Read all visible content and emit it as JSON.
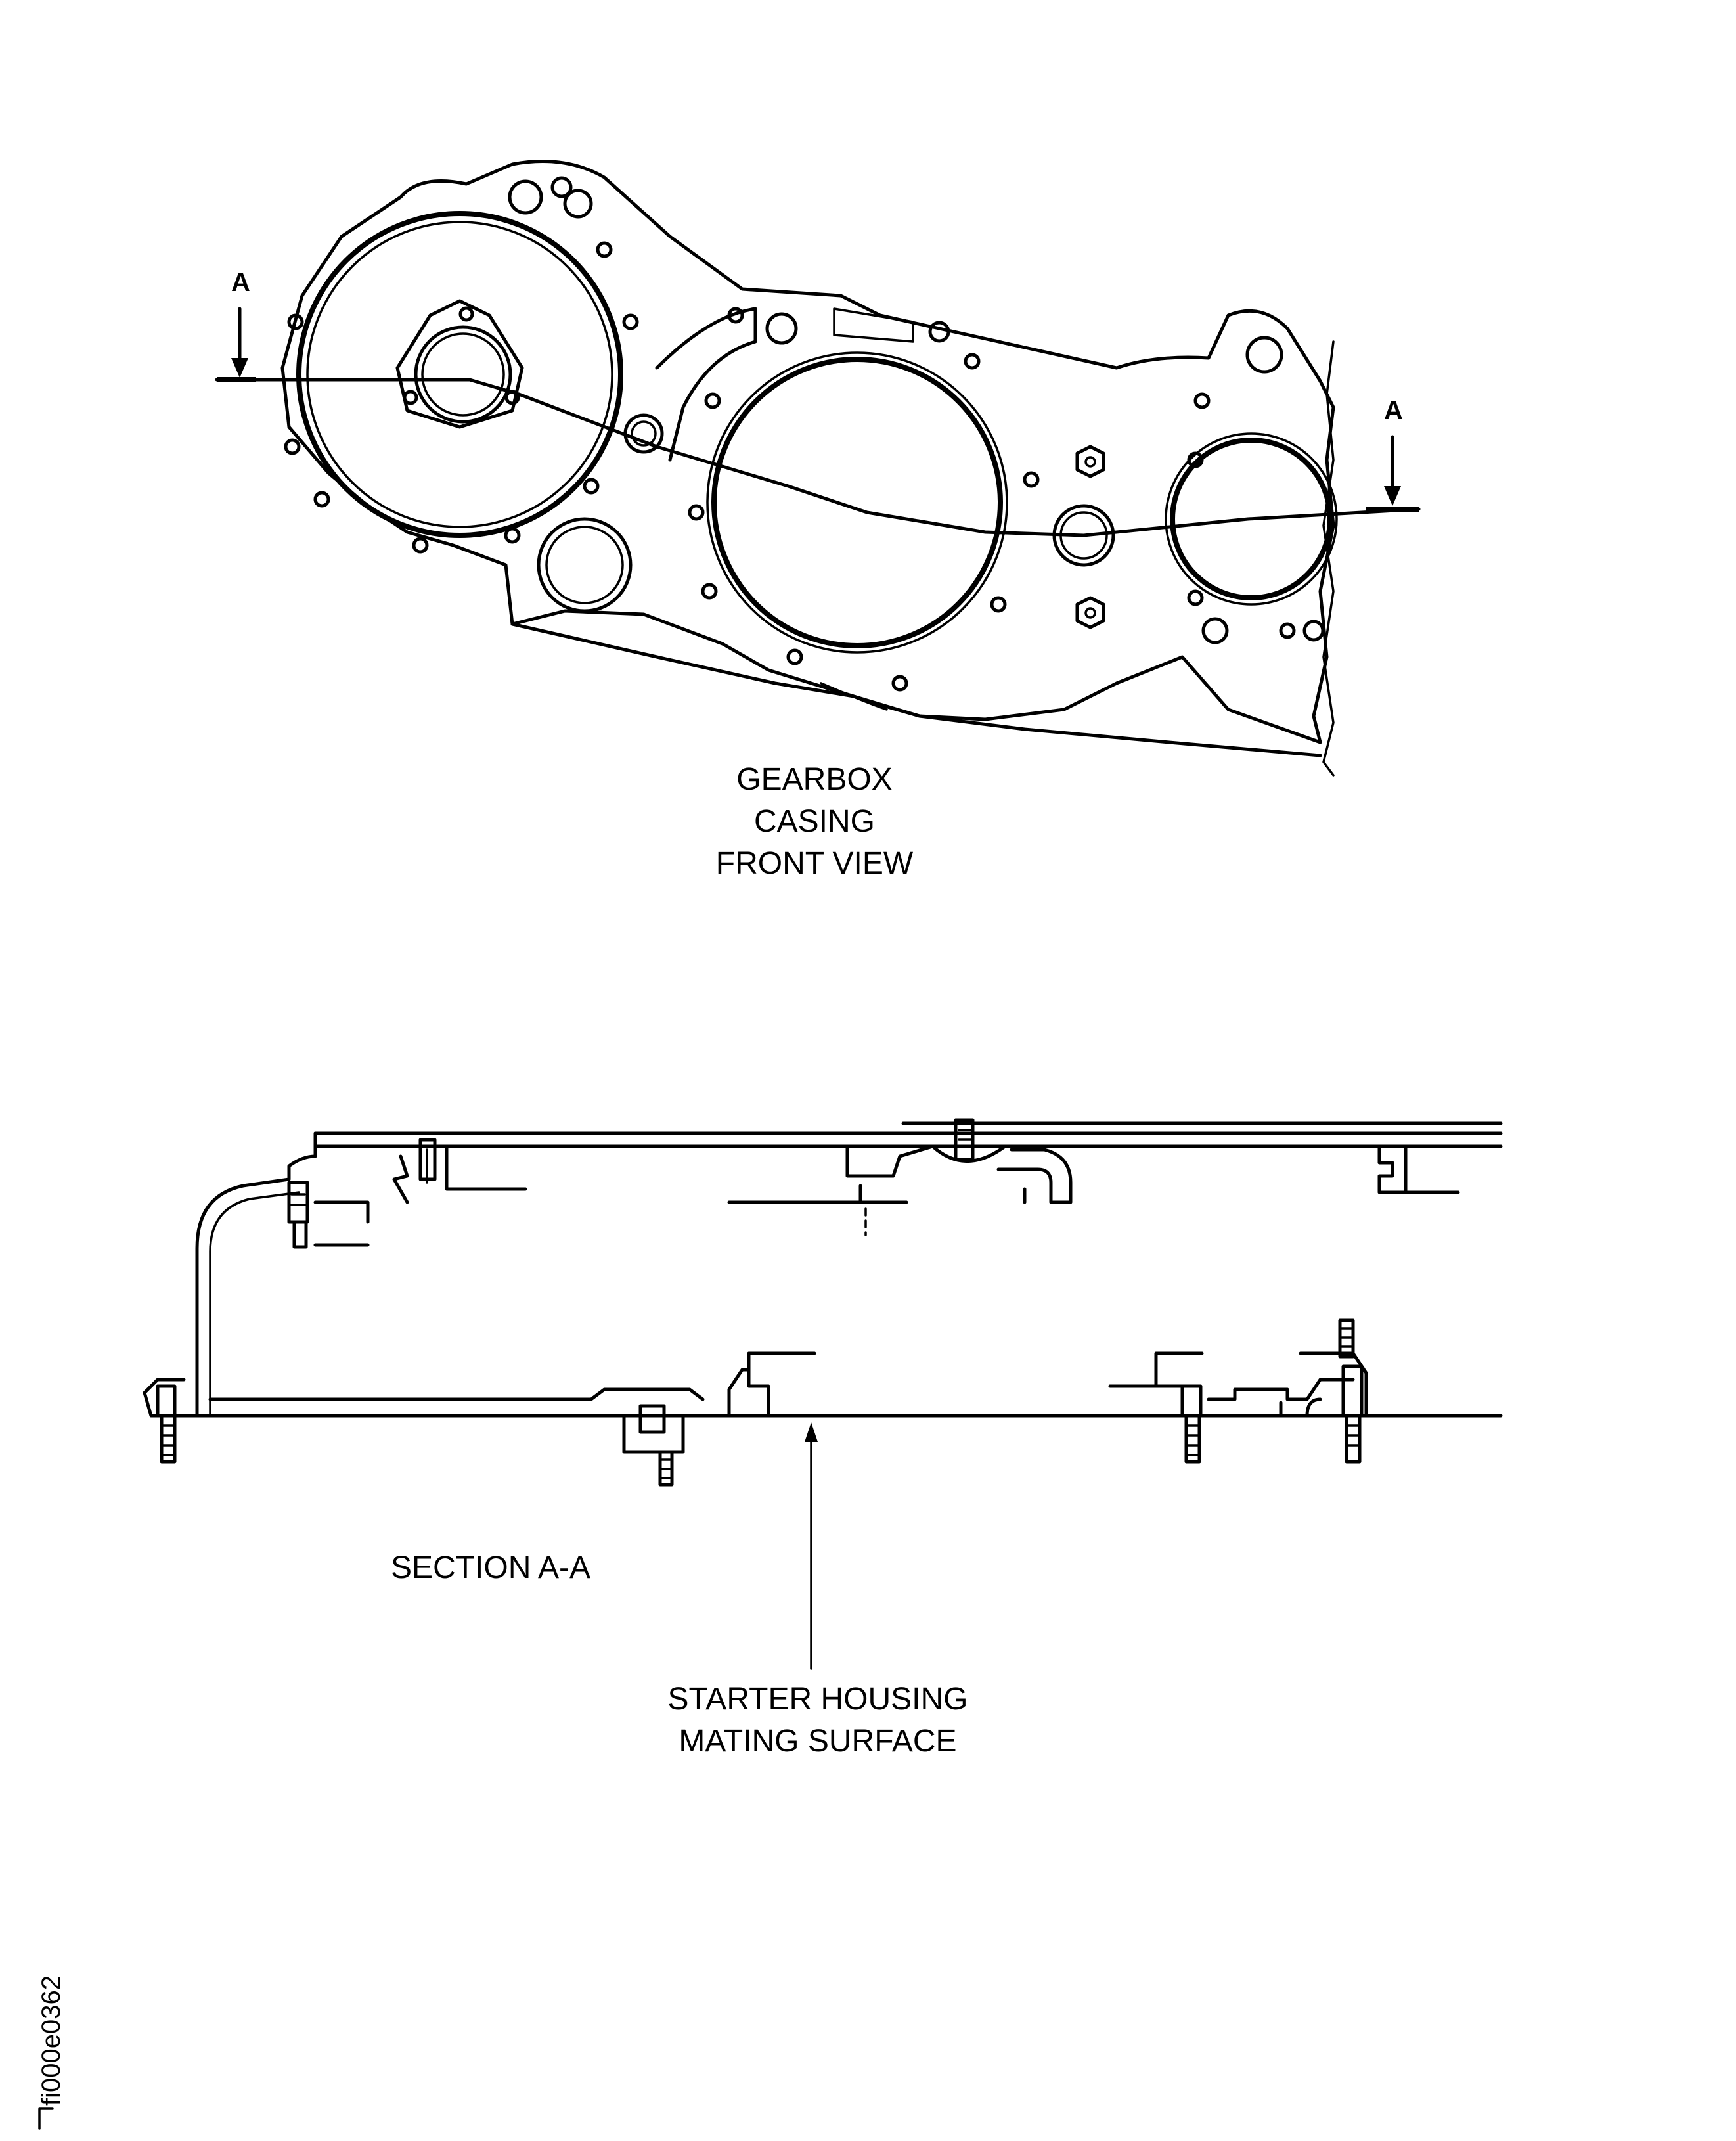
{
  "front_view": {
    "caption": "GEARBOX CASING\nFRONT VIEW",
    "section_marker_left": "A",
    "section_marker_right": "A"
  },
  "section_view": {
    "caption": "SECTION A-A",
    "callout": "STARTER HOUSING\nMATING SURFACE"
  },
  "figure_id": "fi000e0362"
}
